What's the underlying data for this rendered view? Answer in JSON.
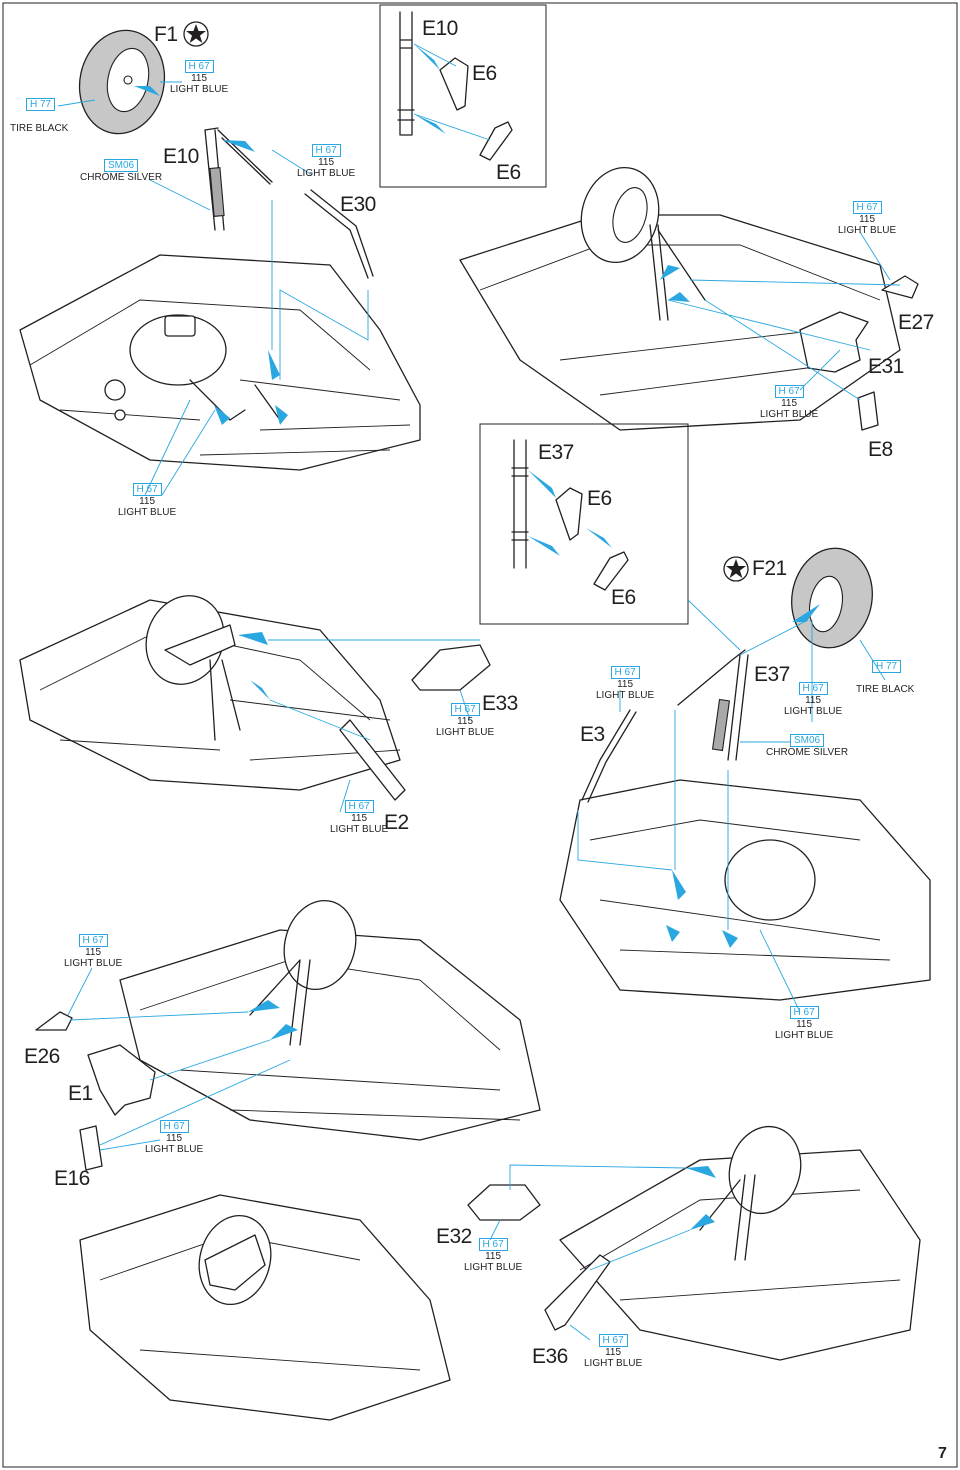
{
  "page_number": "7",
  "colors": {
    "callout_blue": "#2aa7e0",
    "tire_gray": "#c7c7c7",
    "line": "#231f20"
  },
  "icons": {
    "photo_etch": "star-in-circle-icon"
  },
  "parts": {
    "f1": "F1",
    "e10_inset": "E10",
    "e6_a": "E6",
    "e6_b": "E6",
    "e10": "E10",
    "e30": "E30",
    "e27": "E27",
    "e31": "E31",
    "e8": "E8",
    "e37_inset": "E37",
    "e6_c": "E6",
    "e6_d": "E6",
    "f21": "F21",
    "e33": "E33",
    "e3": "E3",
    "e37": "E37",
    "e2": "E2",
    "e26": "E26",
    "e1": "E1",
    "e16": "E16",
    "e32": "E32",
    "e36": "E36"
  },
  "paints": {
    "h77_tl": {
      "code": "H 77"
    },
    "tire_black_tl": {
      "name": "TIRE BLACK"
    },
    "h67_f1": {
      "code": "H 67",
      "num": "115",
      "name": "LIGHT BLUE"
    },
    "sm06_tl": {
      "code": "SM06",
      "name": "CHROME SILVER"
    },
    "h67_e30": {
      "code": "H 67",
      "num": "115",
      "name": "LIGHT BLUE"
    },
    "h67_e27": {
      "code": "H 67",
      "num": "115",
      "name": "LIGHT BLUE"
    },
    "h67_e31": {
      "code": "H 67",
      "num": "115",
      "name": "LIGHT BLUE"
    },
    "h67_left1": {
      "code": "H 67",
      "num": "115",
      "name": "LIGHT BLUE"
    },
    "h67_e33": {
      "code": "H 67",
      "num": "115",
      "name": "LIGHT BLUE"
    },
    "h67_e3": {
      "code": "H 67",
      "num": "115",
      "name": "LIGHT BLUE"
    },
    "h67_e37": {
      "code": "H 67",
      "num": "115",
      "name": "LIGHT BLUE"
    },
    "h77_r": {
      "code": "H 77"
    },
    "tire_black_r": {
      "name": "TIRE BLACK"
    },
    "sm06_r": {
      "code": "SM06",
      "name": "CHROME SILVER"
    },
    "h67_e2": {
      "code": "H 67",
      "num": "115",
      "name": "LIGHT BLUE"
    },
    "h67_e26": {
      "code": "H 67",
      "num": "115",
      "name": "LIGHT BLUE"
    },
    "h67_r3": {
      "code": "H 67",
      "num": "115",
      "name": "LIGHT BLUE"
    },
    "h67_e16": {
      "code": "H 67",
      "num": "115",
      "name": "LIGHT BLUE"
    },
    "h67_e32": {
      "code": "H 67",
      "num": "115",
      "name": "LIGHT BLUE"
    },
    "h67_e36": {
      "code": "H 67",
      "num": "115",
      "name": "LIGHT BLUE"
    }
  }
}
